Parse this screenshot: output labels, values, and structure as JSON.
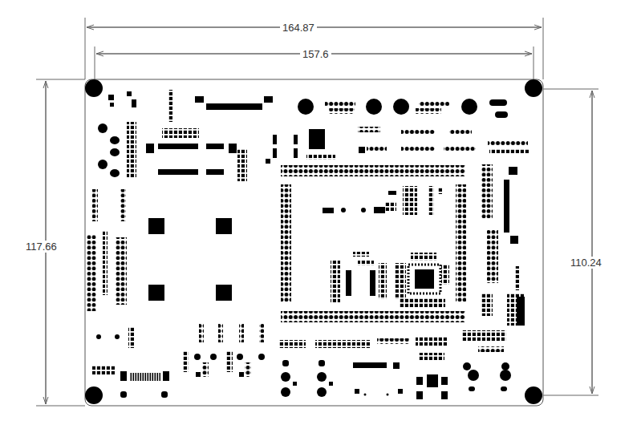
{
  "diagram": {
    "labels": [
      "164.87",
      "157.6",
      "117.66",
      "110.24"
    ]
  }
}
